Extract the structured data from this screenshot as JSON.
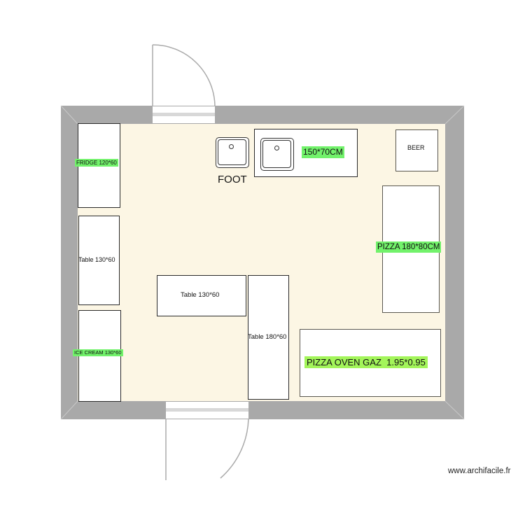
{
  "plan": {
    "labels": {
      "fridge": "FRIDGE 120*60",
      "table_left": "Table 130*60",
      "ice_cream": "ICE CREAM 130*60",
      "table_center": "Table 130*60",
      "table_tall": "Table 180*60",
      "sink_counter": "150*70CM",
      "foot_sink": "FOOT",
      "beer": "BEER",
      "pizza_table": "PIZZA 180*80CM",
      "pizza_oven": "PIZZA OVEN GAZ  1.95*0.95"
    },
    "colors": {
      "wall": "#a9a9a9",
      "floor": "#fcf6e4",
      "highlight": "#72f26b",
      "highlight_oven": "#a3f55a"
    }
  },
  "watermark": "www.archifacile.fr"
}
